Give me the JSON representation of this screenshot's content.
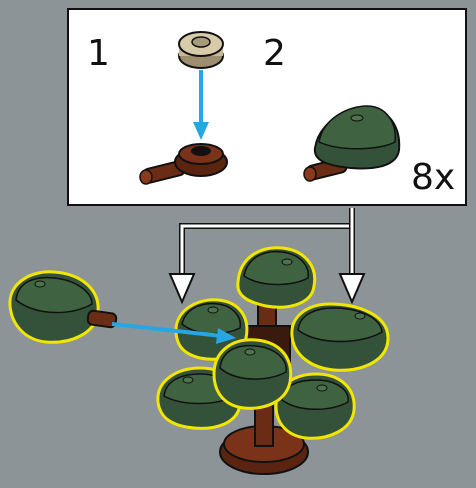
{
  "callout": {
    "step1": "1",
    "step2": "2",
    "quantity": "8x"
  },
  "colors": {
    "background": "#8c9497",
    "leaf_green": "#3d5f3a",
    "brown": "#6b2c15",
    "tan": "#c9b896",
    "arrow_blue": "#27a6e4",
    "highlight_yellow": "#f2e600"
  }
}
